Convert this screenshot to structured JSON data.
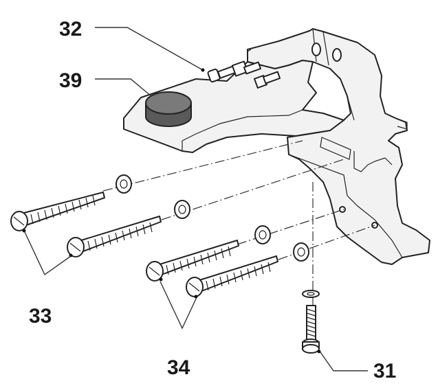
{
  "callouts": {
    "c32": "32",
    "c39": "39",
    "c33": "33",
    "c34": "34",
    "c31": "31"
  },
  "colors": {
    "line": "#222222",
    "fill": "#f2f2f2",
    "cap": "#6b6b6b"
  }
}
